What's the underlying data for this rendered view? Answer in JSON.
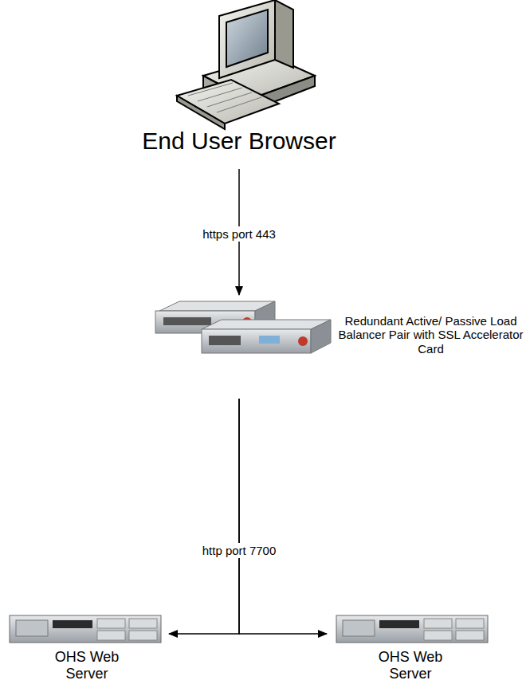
{
  "diagram": {
    "nodes": [
      {
        "text": [
          "End User Browser"
        ]
      },
      {
        "text": [
          "Redundant Active/ Passive Load Balancer Pair with SSL Accelerator Card"
        ]
      },
      {
        "text": [
          "OHS Web Server"
        ]
      },
      {
        "text": [
          "OHS Web Server"
        ]
      }
    ],
    "edges": [
      {
        "from": 0,
        "to": 1,
        "arrow": "to",
        "label": "https port 443"
      },
      {
        "from": 1,
        "to": 2,
        "arrow": "to",
        "label": "http port 7700"
      },
      {
        "from": 1,
        "to": 3,
        "arrow": "to"
      }
    ]
  }
}
